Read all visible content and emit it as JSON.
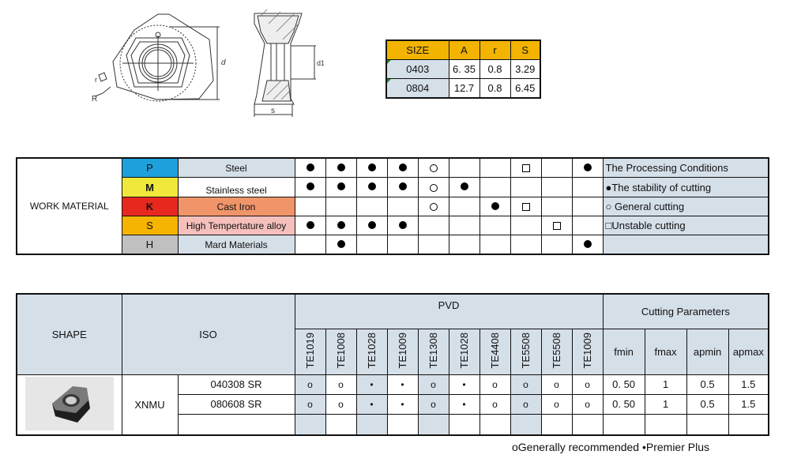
{
  "drawing": {
    "labels": {
      "d": "d",
      "r": "r",
      "R": "R",
      "d1": "d1",
      "s": "s"
    }
  },
  "size_table": {
    "headers": [
      "SIZE",
      "A",
      "r",
      "S"
    ],
    "rows": [
      [
        "0403",
        "6. 35",
        "0.8",
        "3.29"
      ],
      [
        "0804",
        "12.7",
        "0.8",
        "6.45"
      ]
    ]
  },
  "work_material": {
    "label": "WORK MATERIAL",
    "rows": [
      {
        "code": "P",
        "name": "Steel",
        "code_color": "#1ea0dc",
        "name_bg": "#d5dfe8",
        "marks": [
          "dot",
          "dot",
          "dot",
          "dot",
          "circle",
          "",
          "",
          "square",
          "",
          "dot"
        ],
        "legend": "The Processing Conditions"
      },
      {
        "code": "M",
        "name": "Stainless steel",
        "code_color": "#f0e83a",
        "name_bg": "#ffffff",
        "marks": [
          "dot",
          "dot",
          "dot",
          "dot",
          "circle",
          "dot",
          "",
          "",
          "",
          ""
        ],
        "legend": "●The stability of cutting"
      },
      {
        "code": "K",
        "name": "Cast Iron",
        "code_color": "#e8281e",
        "name_bg": "#f0956a",
        "marks": [
          "",
          "",
          "",
          "",
          "circle",
          "",
          "dot",
          "square",
          "",
          ""
        ],
        "legend": "○ General cutting"
      },
      {
        "code": "S",
        "name": "High Tempertature alloy",
        "code_color": "#f5b400",
        "name_bg": "#f5c0bc",
        "marks": [
          "dot",
          "dot",
          "dot",
          "dot",
          "",
          "",
          "",
          "",
          "square",
          ""
        ],
        "legend": "□Unstable cutting"
      },
      {
        "code": "H",
        "name": "Mard Materials",
        "code_color": "#c0c0c0",
        "name_bg": "#d5dfe8",
        "marks": [
          "",
          "dot",
          "",
          "",
          "",
          "",
          "",
          "",
          "",
          "dot"
        ],
        "legend": ""
      }
    ]
  },
  "shape_table": {
    "shape_label": "SHAPE",
    "iso_label": "ISO",
    "pvd_label": "PVD",
    "grades": [
      "TE1019",
      "TE1008",
      "TE1028",
      "TE1009",
      "TE1308",
      "TE1028",
      "TE4408",
      "TE5508",
      "TE5508",
      "TE1009"
    ],
    "shaded_grades": [
      0,
      2,
      4,
      7
    ],
    "params_label": "Cutting Parameters",
    "params": [
      "fmin",
      "fmax",
      "apmin",
      "apmax"
    ],
    "family": "XNMU",
    "rows": [
      {
        "iso": "040308 SR",
        "marks": [
          "o",
          "o",
          "•",
          "•",
          "o",
          "•",
          "o",
          "o",
          "o",
          "o"
        ],
        "values": [
          "0. 50",
          "1",
          "0.5",
          "1.5"
        ]
      },
      {
        "iso": "080608 SR",
        "marks": [
          "o",
          "o",
          "•",
          "•",
          "o",
          "•",
          "o",
          "o",
          "o",
          "o"
        ],
        "values": [
          "0. 50",
          "1",
          "0.5",
          "1.5"
        ]
      }
    ]
  },
  "footer": {
    "text": "oGenerally recommended  •Premier Plus"
  }
}
